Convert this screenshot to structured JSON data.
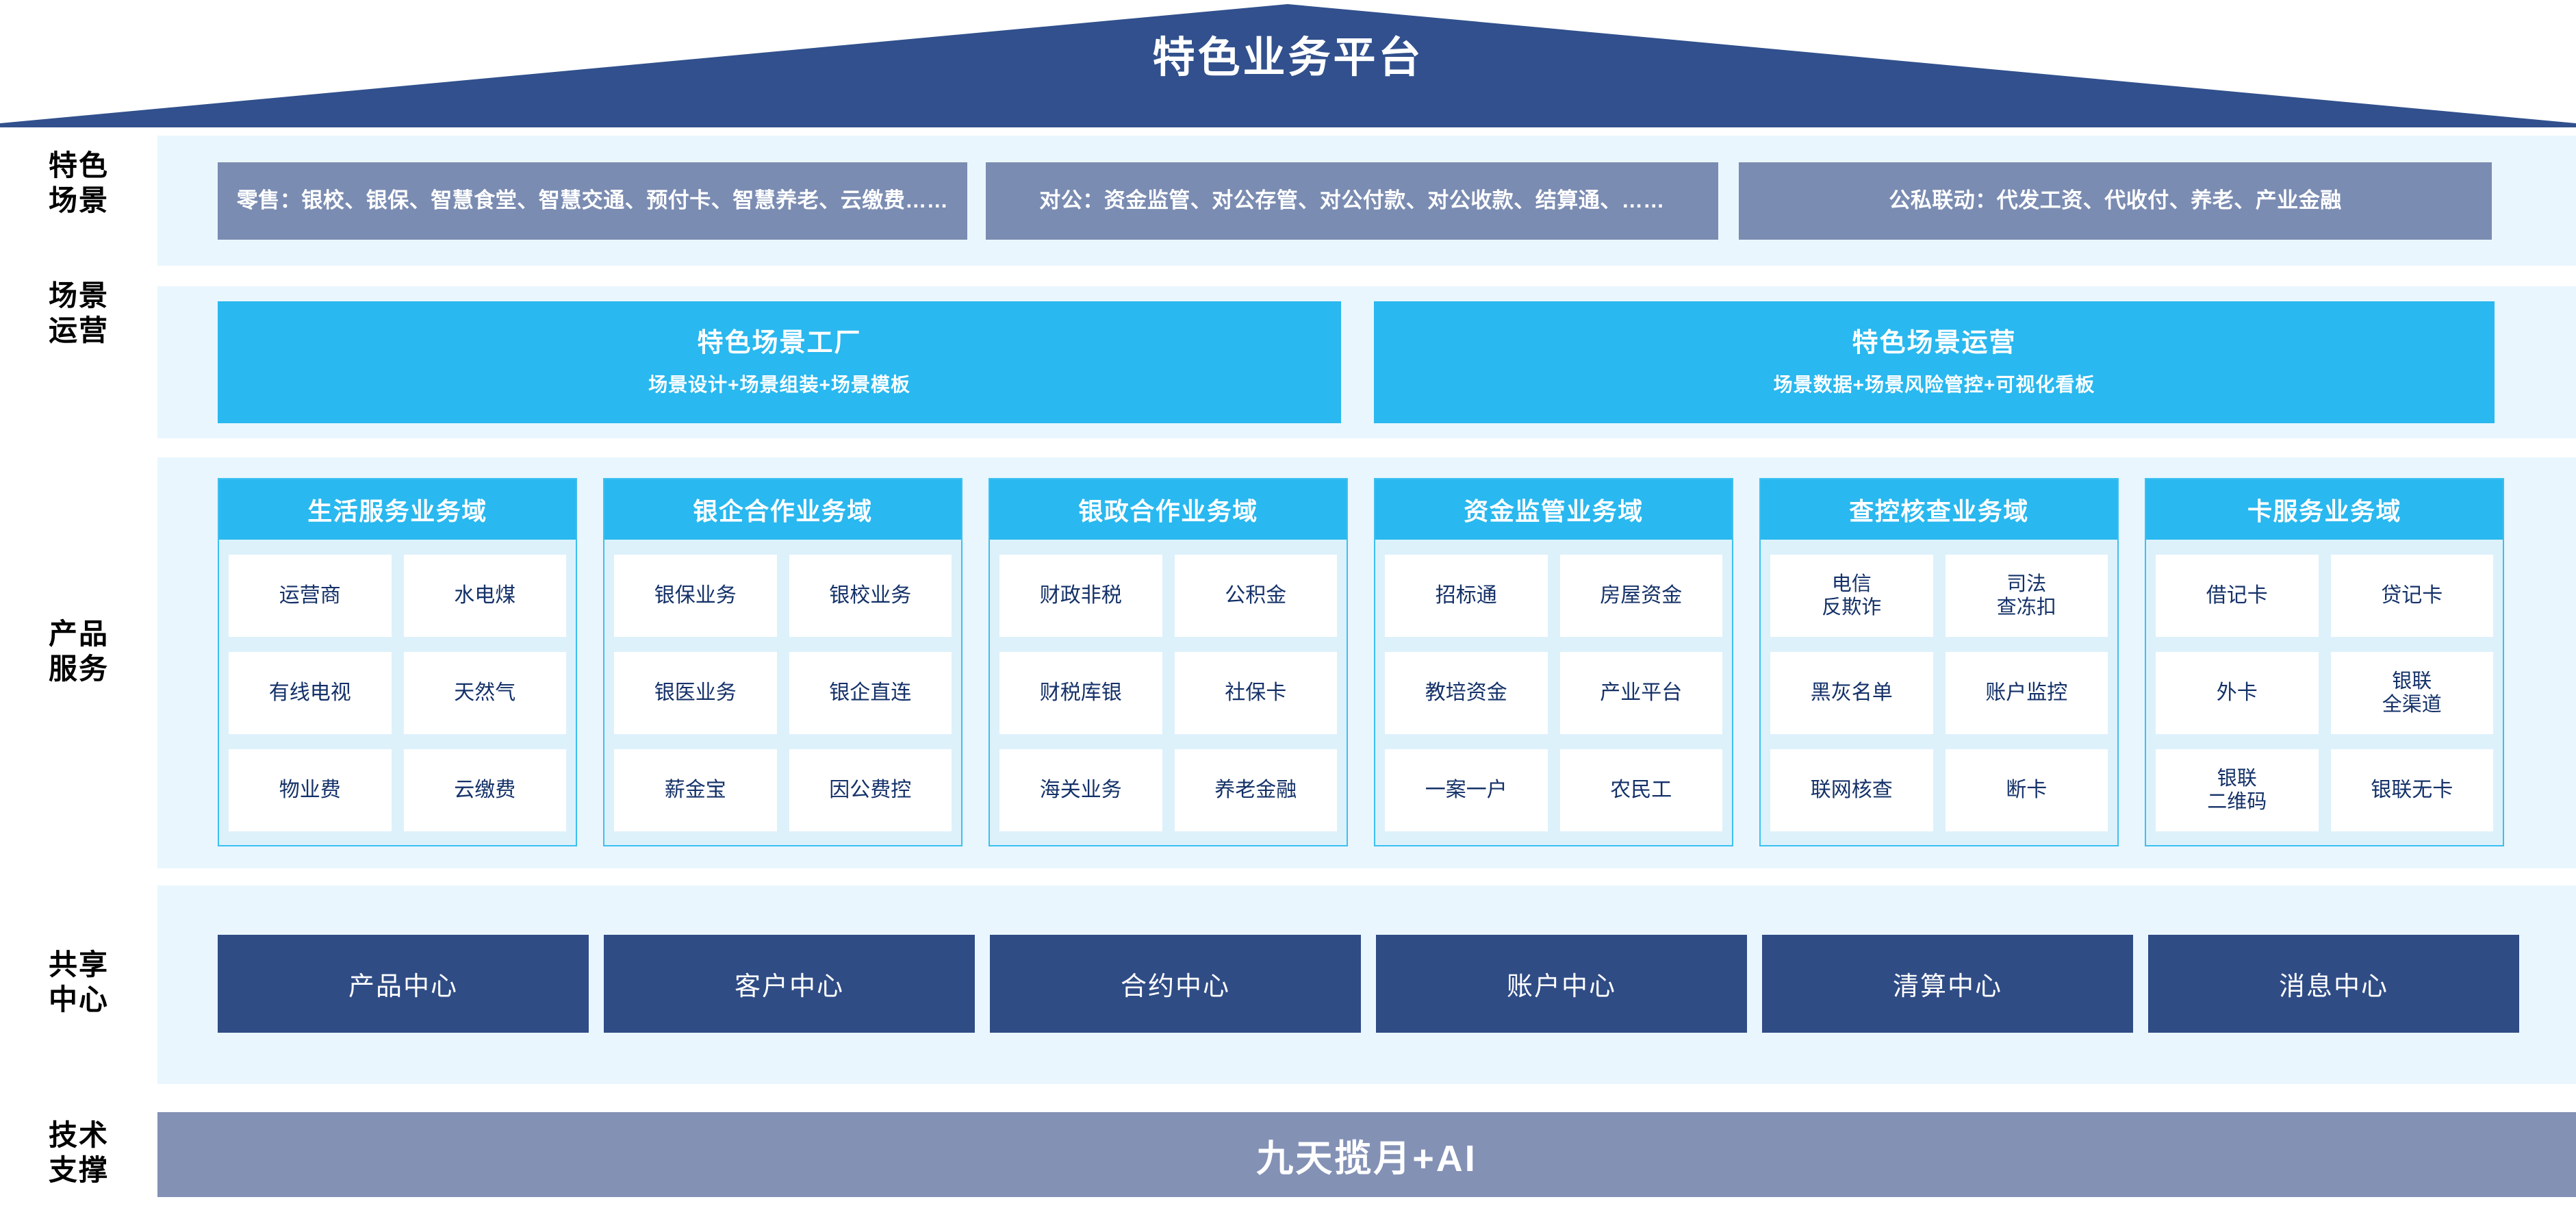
{
  "header": {
    "title": "特色业务平台"
  },
  "rail": {
    "labels": [
      {
        "line1": "特色",
        "line2": "场景"
      },
      {
        "line1": "场景",
        "line2": "运营"
      },
      {
        "line1": "产品",
        "line2": "服务"
      },
      {
        "line1": "共享",
        "line2": "中心"
      },
      {
        "line1": "技术",
        "line2": "支撑"
      }
    ]
  },
  "scenarios": {
    "chips": [
      {
        "text": "零售：银校、银保、智慧食堂、智慧交通、预付卡、智慧养老、云缴费……"
      },
      {
        "text": "对公：资金监管、对公存管、对公付款、对公收款、结算通、……"
      },
      {
        "text": "公私联动：代发工资、代收付、养老、产业金融"
      }
    ]
  },
  "operations": {
    "boxes": [
      {
        "title": "特色场景工厂",
        "subtitle": "场景设计+场景组装+场景模板"
      },
      {
        "title": "特色场景运营",
        "subtitle": "场景数据+场景风险管控+可视化看板"
      }
    ]
  },
  "product_domains": [
    {
      "title": "生活服务业务域",
      "items": [
        "运营商",
        "水电煤",
        "有线电视",
        "天然气",
        "物业费",
        "云缴费"
      ]
    },
    {
      "title": "银企合作业务域",
      "items": [
        "银保业务",
        "银校业务",
        "银医业务",
        "银企直连",
        "薪金宝",
        "因公费控"
      ]
    },
    {
      "title": "银政合作业务域",
      "items": [
        "财政非税",
        "公积金",
        "财税库银",
        "社保卡",
        "海关业务",
        "养老金融"
      ]
    },
    {
      "title": "资金监管业务域",
      "items": [
        "招标通",
        "房屋资金",
        "教培资金",
        "产业平台",
        "一案一户",
        "农民工"
      ]
    },
    {
      "title": "查控核查业务域",
      "items": [
        "电信\n反欺诈",
        "司法\n查冻扣",
        "黑灰名单",
        "账户监控",
        "联网核查",
        "断卡"
      ]
    },
    {
      "title": "卡服务业务域",
      "items": [
        "借记卡",
        "贷记卡",
        "外卡",
        "银联\n全渠道",
        "银联\n二维码",
        "银联无卡"
      ]
    }
  ],
  "shared_centers": [
    {
      "label": "产品中心"
    },
    {
      "label": "客户中心"
    },
    {
      "label": "合约中心"
    },
    {
      "label": "账户中心"
    },
    {
      "label": "清算中心"
    },
    {
      "label": "消息中心"
    }
  ],
  "tech_support": {
    "label": "九天揽月+AI"
  },
  "colors": {
    "roof_navy": "#31508d",
    "cyan": "#29b8ef",
    "pale_blue": "#e9f6fd",
    "slate_chip": "#7b8cb2",
    "deep_navy": "#2f4c85",
    "tech_bar": "#8391b5",
    "cell_text": "#143168"
  }
}
